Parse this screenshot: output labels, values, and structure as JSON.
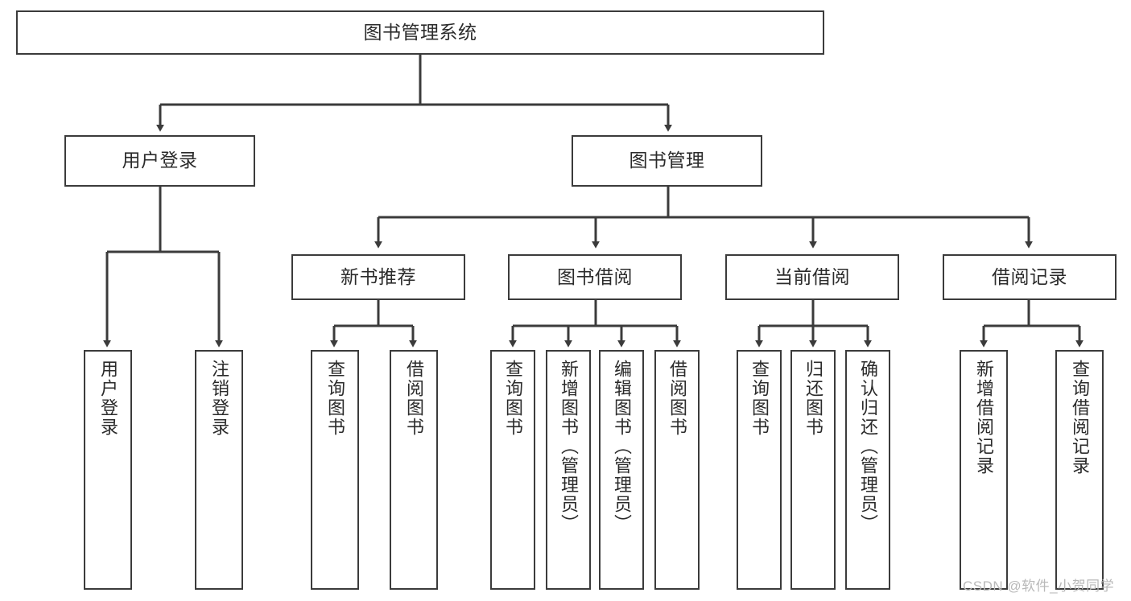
{
  "diagram": {
    "type": "tree-hierarchy-chart",
    "title_text": "图书管理系统",
    "watermark": "CSDN @软件_小贺同学",
    "colors": {
      "box_border": "#3b3b3b",
      "box_fill": "#ffffff",
      "connector": "#3b3b3b",
      "text": "#2b2b2b",
      "watermark": "#b9b9b9",
      "background": "#ffffff"
    },
    "levels": {
      "root": {
        "label": "图书管理系统"
      },
      "level2": [
        {
          "label": "用户登录"
        },
        {
          "label": "图书管理"
        }
      ],
      "level3": [
        {
          "label": "新书推荐"
        },
        {
          "label": "图书借阅"
        },
        {
          "label": "当前借阅"
        },
        {
          "label": "借阅记录"
        }
      ],
      "leaves_user_login": [
        {
          "label": "用户登录"
        },
        {
          "label": "注销登录"
        }
      ],
      "leaves_new_book": [
        {
          "label": "查询图书"
        },
        {
          "label": "借阅图书"
        }
      ],
      "leaves_borrow": [
        {
          "label": "查询图书"
        },
        {
          "label": "新增图书（管理员）"
        },
        {
          "label": "编辑图书（管理员）"
        },
        {
          "label": "借阅图书"
        }
      ],
      "leaves_current": [
        {
          "label": "查询图书"
        },
        {
          "label": "归还图书"
        },
        {
          "label": "确认归还（管理员）"
        }
      ],
      "leaves_records": [
        {
          "label": "新增借阅记录"
        },
        {
          "label": "查询借阅记录"
        }
      ]
    }
  }
}
